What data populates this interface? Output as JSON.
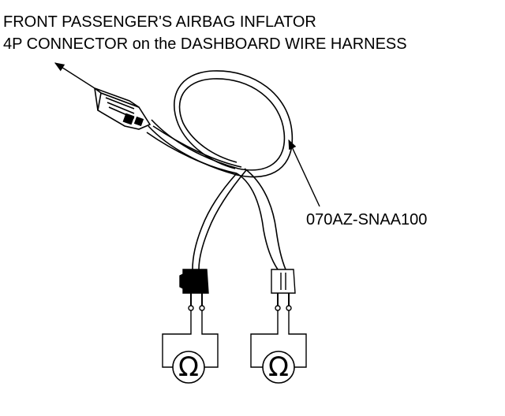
{
  "captions": {
    "line1": "FRONT PASSENGER'S AIRBAG INFLATOR",
    "line2": "4P CONNECTOR on the DASHBOARD WIRE HARNESS"
  },
  "part_number": "070AZ-SNAA100",
  "meter_symbol": "Ω",
  "colors": {
    "ink": "#000000",
    "background": "#ffffff"
  }
}
